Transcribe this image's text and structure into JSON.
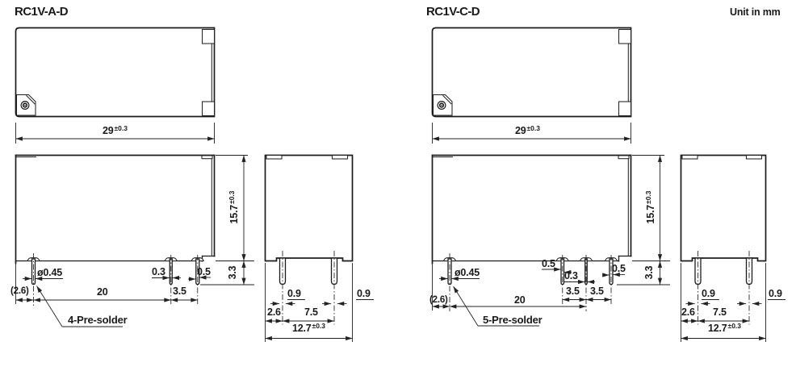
{
  "page": {
    "unit_label": "Unit in mm"
  },
  "drawings": [
    {
      "title": "RC1V-A-D",
      "front": {
        "width": {
          "value": "29",
          "tol": "±0.3"
        },
        "height": {
          "value": "15.7",
          "tol": "±0.3"
        },
        "terminal_height": "3.3",
        "pin_diameter": "ø0.45",
        "pin_thickness_a": "0.3",
        "pin_thickness_b": "0.5",
        "edge_offset": "(2.6)",
        "pitch_main": "20",
        "pitch_a": "3.5",
        "pre_solder": "4-Pre-solder"
      },
      "side": {
        "pin_width_a": "0.9",
        "pin_width_b": "0.9",
        "edge_offset": "2.6",
        "pitch": "7.5",
        "depth": {
          "value": "12.7",
          "tol": "±0.3"
        }
      }
    },
    {
      "title": "RC1V-C-D",
      "front": {
        "width": {
          "value": "29",
          "tol": "±0.3"
        },
        "height": {
          "value": "15.7",
          "tol": "±0.3"
        },
        "terminal_height": "3.3",
        "pin_diameter": "ø0.45",
        "pin_thickness_a": "0.5",
        "pin_thickness_b": "0.3",
        "pin_thickness_c": "0.5",
        "edge_offset": "(2.6)",
        "pitch_main": "20",
        "pitch_a": "3.5",
        "pitch_b": "3.5",
        "pre_solder": "5-Pre-solder"
      },
      "side": {
        "pin_width_a": "0.9",
        "pin_width_b": "0.9",
        "edge_offset": "2.6",
        "pitch": "7.5",
        "depth": {
          "value": "12.7",
          "tol": "±0.3"
        }
      }
    }
  ]
}
